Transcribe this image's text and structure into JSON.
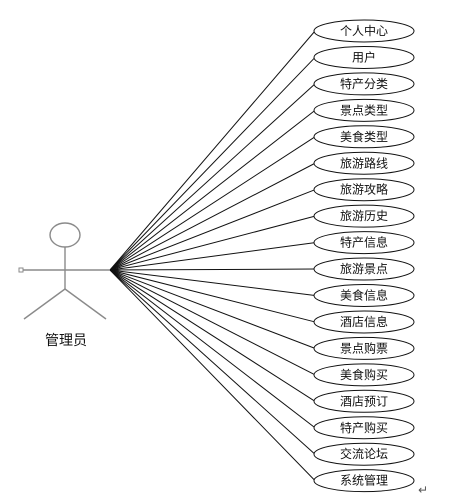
{
  "actor": {
    "name": "管理员"
  },
  "use_cases": [
    "个人中心",
    "用户",
    "特产分类",
    "景点类型",
    "美食类型",
    "旅游路线",
    "旅游攻略",
    "旅游历史",
    "特产信息",
    "旅游景点",
    "美食信息",
    "酒店信息",
    "景点购票",
    "美食购买",
    "酒店预订",
    "特产购买",
    "交流论坛",
    "系统管理"
  ],
  "paragraph_mark": "↵"
}
